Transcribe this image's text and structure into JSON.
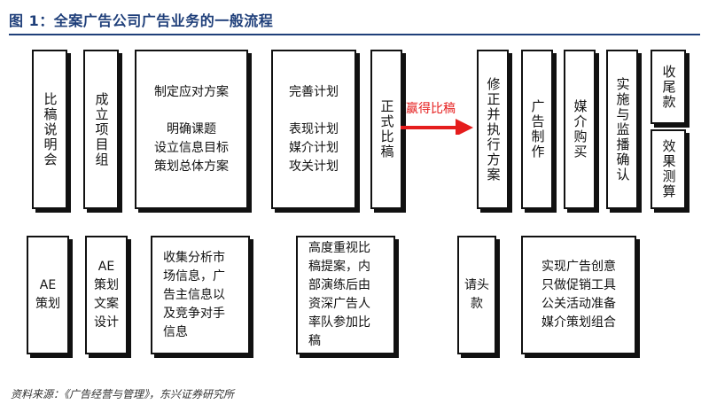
{
  "title": "图 1：全案广告公司广告业务的一般流程",
  "top_boxes": {
    "bisao_shuoming": "比稿说明会",
    "chengli_xiangmu": "成立项目组",
    "zhiding": "制定应对方案\n\n明确课题\n设立信息目标\n策划总体方案",
    "wanshan": "完善计划\n\n表现计划\n媒介计划\n攻关计划",
    "zhengshi_bisao": "正式比稿",
    "xiuzheng": "修正并执行方案",
    "guanggao_zhizuo": "广告制作",
    "meijie_goumai": "媒介购买",
    "shishi": "实施与监播确认",
    "shouwei": "收尾款",
    "xiaoguo": "效果测算"
  },
  "bottom_boxes": {
    "ae_cehua": "AE\n策划",
    "ae_wenan": "AE\n策划\n文案\n设计",
    "shouji": "收集分析市\n场信息，广\n告主信息以\n及竞争对手\n信息",
    "gaodu": "高度重视比\n稿提案，内\n部演练后由\n资深广告人\n率队参加比\n稿",
    "qingtoukuan": "请头\n款",
    "shixian": "实现广告创意\n只做促销工具\n公关活动准备\n媒介策划组合"
  },
  "arrow_label": "赢得比稿",
  "arrow_color": "#e51d1d",
  "source": "资料来源：《广告经营与管理》，东兴证券研究所"
}
